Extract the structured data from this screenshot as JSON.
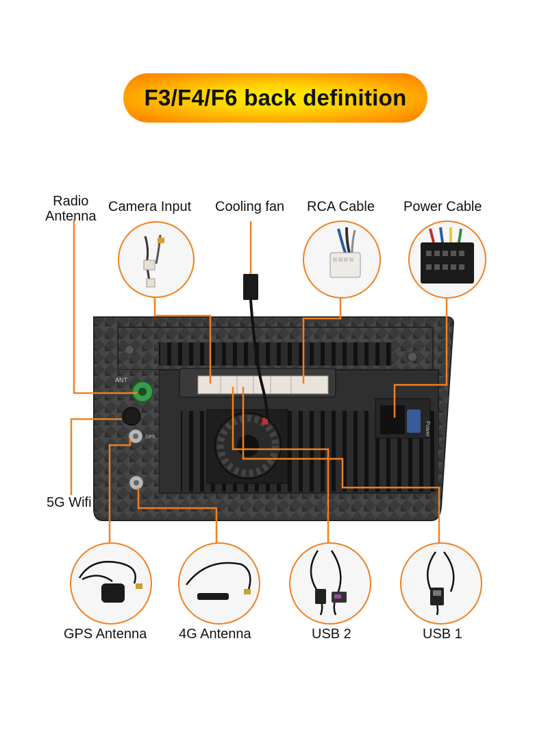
{
  "title": "F3/F4/F6 back definition",
  "labels": {
    "radio_antenna": "Radio\nAntenna",
    "camera_input": "Camera Input",
    "cooling_fan": "Cooling fan",
    "rca_cable": "RCA Cable",
    "power_cable": "Power Cable",
    "wifi_5g": "5G Wifi",
    "gps_antenna": "GPS Antenna",
    "antenna_4g": "4G Antenna",
    "usb2": "USB 2",
    "usb1": "USB 1"
  },
  "panel_markings": {
    "ant": "ANT",
    "gps": "GPS",
    "power": "Power"
  },
  "colors": {
    "leader_line": "#f08020",
    "banner_center": "#ffee00",
    "banner_edge": "#ff7a00"
  }
}
